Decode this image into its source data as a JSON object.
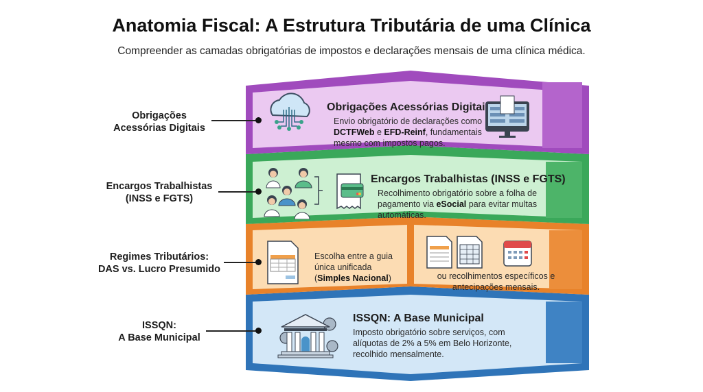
{
  "title": "Anatomia Fiscal: A Estrutura Tributária de uma Clínica",
  "subtitle": "Compreender as camadas obrigatórias de impostos e declarações mensais de uma clínica médica.",
  "colors": {
    "purple": "#a04bbd",
    "green": "#3aa85a",
    "orange": "#e8822a",
    "blue": "#2f74b8"
  },
  "layers": [
    {
      "side_label_1": "Obrigações",
      "side_label_2": "Acessórias Digitais",
      "heading": "Obrigações Acessórias Digitais",
      "text_1": "Envio obrigatório de declarações como",
      "bold_1": "DCTFWeb",
      "text_2": " e ",
      "bold_2": "EFD-Reinf",
      "text_3": ", fundamentais",
      "text_4": "mesmo com impostos pagos.",
      "icons": [
        "cloud-network-icon",
        "computer-monitor-icon"
      ]
    },
    {
      "side_label_1": "Encargos Trabalhistas",
      "side_label_2": "(INSS e FGTS)",
      "heading": "Encargos Trabalhistas (INSS e FGTS)",
      "text_1": "Recolhimento obrigatório sobre a folha de",
      "text_2": "pagamento via ",
      "bold_1": "eSocial",
      "text_3": " para evitar multas",
      "text_4": "automáticas.",
      "icons": [
        "team-icon",
        "payment-receipt-icon"
      ]
    },
    {
      "side_label_1": "Regimes Tributários:",
      "side_label_2": "DAS vs. Lucro Presumido",
      "left_text_1": "Escolha entre a guia",
      "left_text_2": "única unificada",
      "left_bold": "Simples Nacional",
      "right_text_1": "ou recolhimentos específicos e",
      "right_text_2": "antecipações mensais.",
      "icons": [
        "document-form-icon",
        "spreadsheet-icon",
        "calendar-icon"
      ]
    },
    {
      "side_label_1": "ISSQN:",
      "side_label_2": "A Base Municipal",
      "heading": "ISSQN: A Base Municipal",
      "text_1": "Imposto obrigatório sobre serviços, com",
      "text_2": "alíquotas de 2% a 5% em Belo Horizonte,",
      "text_3": "recolhido mensalmente.",
      "icons": [
        "government-building-icon",
        "gear-icon"
      ]
    }
  ]
}
